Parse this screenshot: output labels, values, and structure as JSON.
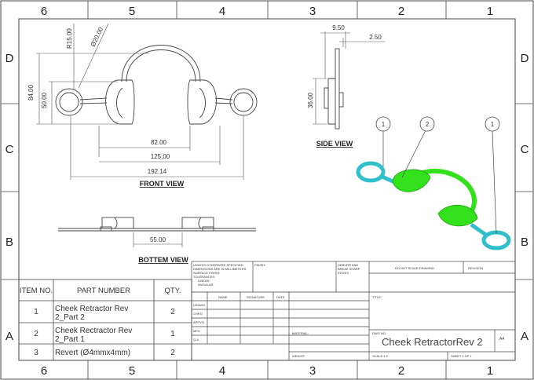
{
  "zones_top": [
    "6",
    "5",
    "4",
    "3",
    "2",
    "1"
  ],
  "zones_side": [
    "D",
    "C",
    "B",
    "A"
  ],
  "front_view": {
    "label": "FRONT VIEW",
    "dims": {
      "r15": "R15.00",
      "d20": "Ø20.00",
      "h84": "84.00",
      "h50": "50.00",
      "w82": "82.00",
      "w125": "125.00",
      "w192": "192.14"
    }
  },
  "side_view": {
    "label": "SIDE VIEW",
    "dims": {
      "w950": "9.50",
      "w250": "2.50",
      "h36": "36.00"
    }
  },
  "bottom_view": {
    "label": "BOTTEM VIEW",
    "dims": {
      "w55": "55.00"
    }
  },
  "balloons": [
    "1",
    "2",
    "1"
  ],
  "colors": {
    "ring": "#2fc0cc",
    "body": "#33e01c",
    "line": "#444444"
  },
  "bom": {
    "headers": [
      "ITEM NO.",
      "PART NUMBER",
      "QTY."
    ],
    "rows": [
      {
        "item": "1",
        "part_l1": "Cheek Retractor Rev",
        "part_l2": "2_Part 2",
        "qty": "2"
      },
      {
        "item": "2",
        "part_l1": "Cheek Rectractor Rev",
        "part_l2": "2_Part 1",
        "qty": "1"
      },
      {
        "item": "3",
        "part_l1": "Revert (Ø4mmx4mm)",
        "part_l2": "",
        "qty": "2"
      }
    ]
  },
  "title_block": {
    "notes": [
      "UNLESS OTHERWISE SPECIFIED:",
      "DIMENSIONS ARE IN MILLIMETERS",
      "SURFACE FINISH:",
      "TOLERANCES:",
      "LINEAR:",
      "ANGULAR:"
    ],
    "finish": "FINISH:",
    "deburr": [
      "DEBURR AND",
      "BREAK SHARP",
      "EDGES"
    ],
    "no_scale": "DO NOT SCALE DRAWING",
    "revision": "REVISION",
    "cols": [
      "NAME",
      "SIGNATURE",
      "DATE"
    ],
    "roles": [
      "DRAWN",
      "CHK'D",
      "APPV'D",
      "MFG",
      "Q.A"
    ],
    "title_label": "TITLE:",
    "material": "MATERIAL:",
    "dwg_no_label": "DWG NO.",
    "dwg_no": "Cheek RetractorRev 2",
    "size": "A4",
    "weight": "WEIGHT:",
    "scale": "SCALE:1:2",
    "sheet": "SHEET 1 OF 1"
  }
}
